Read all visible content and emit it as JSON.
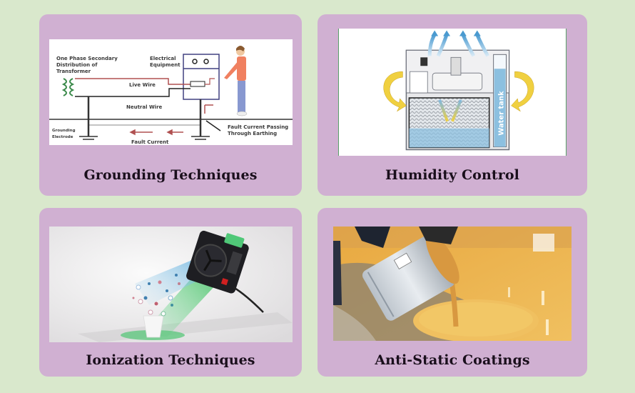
{
  "cards": [
    {
      "title": "Grounding Techniques",
      "image": "grounding-diagram",
      "diagram_labels": {
        "transformer": [
          "One Phase Secondary",
          "Distribution of",
          "Transformer"
        ],
        "equipment": [
          "Electrical",
          "Equipment"
        ],
        "live_wire": "Live Wire",
        "neutral_wire": "Neutral Wire",
        "grounding_electrode": [
          "Grounding",
          "Electrode"
        ],
        "fault_current": "Fault Current",
        "fault_passing": [
          "Fault Current Passing",
          "Through Earthing"
        ]
      }
    },
    {
      "title": "Humidity Control",
      "image": "humidifier-diagram",
      "diagram_labels": {
        "water_tank": "Water tank"
      }
    },
    {
      "title": "Ionization Techniques",
      "image": "ionizer-photo"
    },
    {
      "title": "Anti-Static Coatings",
      "image": "coating-pour-photo"
    }
  ],
  "colors": {
    "background": "#d9e8cc",
    "card": "#d0b0d2",
    "title_text": "#1a0f1c",
    "live_wire": "#b05050",
    "transformer_coil": "#3a8a4a",
    "equipment_outline": "#404080",
    "water": "#8cc0e0",
    "airflow_yellow": "#f0d040",
    "coating": "#e8b850"
  }
}
